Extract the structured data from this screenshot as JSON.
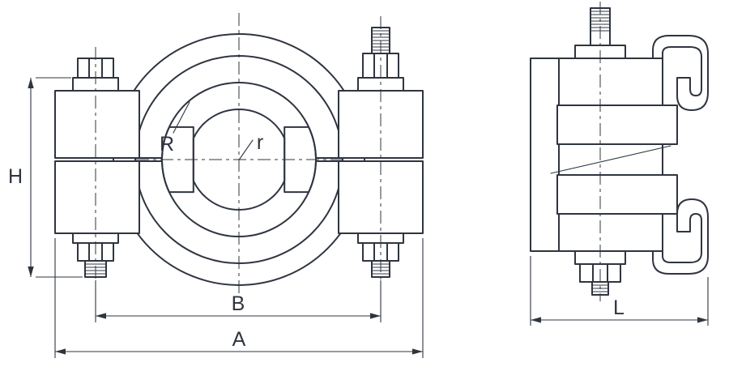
{
  "drawing": {
    "background": "#ffffff",
    "ink": "#2f3540",
    "dimensions": {
      "height": "H",
      "large_radius": "R",
      "small_radius": "r",
      "bolt_spacing": "B",
      "overall_width": "A",
      "depth": "L"
    }
  }
}
